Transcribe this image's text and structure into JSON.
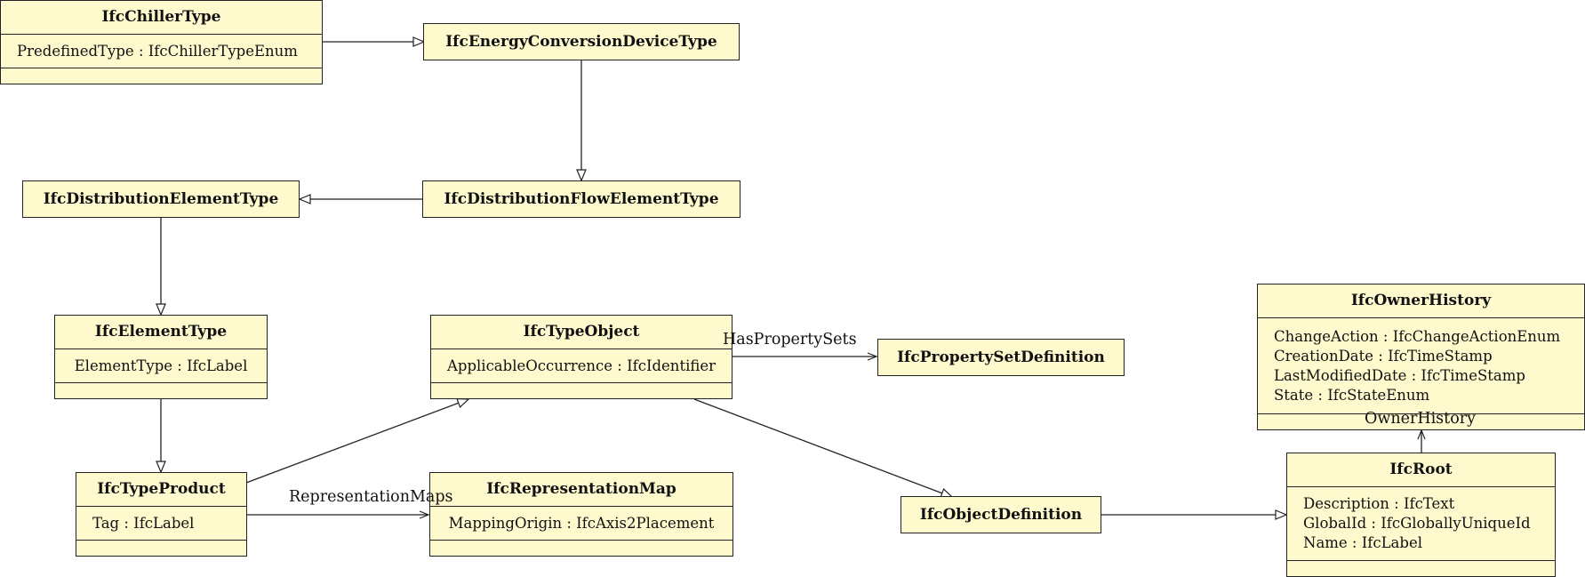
{
  "classes": {
    "chiller": {
      "name": "IfcChillerType",
      "attrs": [
        "PredefinedType : IfcChillerTypeEnum"
      ]
    },
    "energy": {
      "name": "IfcEnergyConversionDeviceType"
    },
    "distflow": {
      "name": "IfcDistributionFlowElementType"
    },
    "distelem": {
      "name": "IfcDistributionElementType"
    },
    "elemtype": {
      "name": "IfcElementType",
      "attrs": [
        "ElementType : IfcLabel"
      ]
    },
    "typeobject": {
      "name": "IfcTypeObject",
      "attrs": [
        "ApplicableOccurrence : IfcIdentifier"
      ]
    },
    "propset": {
      "name": "IfcPropertySetDefinition"
    },
    "typeproduct": {
      "name": "IfcTypeProduct",
      "attrs": [
        "Tag : IfcLabel"
      ]
    },
    "repmap": {
      "name": "IfcRepresentationMap",
      "attrs": [
        "MappingOrigin : IfcAxis2Placement"
      ]
    },
    "objdef": {
      "name": "IfcObjectDefinition"
    },
    "owner": {
      "name": "IfcOwnerHistory",
      "attrs": [
        "ChangeAction : IfcChangeActionEnum",
        "CreationDate : IfcTimeStamp",
        "LastModifiedDate : IfcTimeStamp",
        "State : IfcStateEnum"
      ]
    },
    "root": {
      "name": "IfcRoot",
      "attrs": [
        "Description : IfcText",
        "GlobalId : IfcGloballyUniqueId",
        "Name : IfcLabel"
      ]
    }
  },
  "associations": {
    "has_property_sets": "HasPropertySets",
    "representation_maps": "RepresentationMaps",
    "owner_history": "OwnerHistory"
  }
}
